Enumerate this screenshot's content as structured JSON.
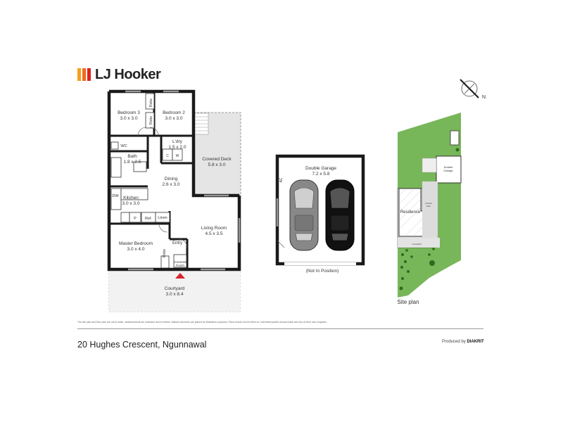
{
  "brand": {
    "name": "LJ Hooker",
    "colors": [
      "#f4a11a",
      "#ef6c1f",
      "#e2231a"
    ]
  },
  "rooms": {
    "bedroom3": {
      "name": "Bedroom 3",
      "size": "3.0 x 3.0"
    },
    "bedroom2": {
      "name": "Bedroom 2",
      "size": "3.0 x 3.0"
    },
    "robe": "Robe",
    "ldry": {
      "name": "L'dry",
      "size": "1.5 x 2.0"
    },
    "c": "C",
    "w": "W",
    "wc": "WC",
    "bath": {
      "name": "Bath",
      "size": "1.8 x 2.5"
    },
    "covered_deck": {
      "name": "Covered Deck",
      "size": "5.8 x 3.0"
    },
    "dining": {
      "name": "Dining",
      "size": "2.6 x 3.0"
    },
    "dw": "DW",
    "kitchen": {
      "name": "Kitchen",
      "size": "3.0 x 3.0"
    },
    "p": "P",
    "ref": "Ref.",
    "linen": "Linen",
    "living": {
      "name": "Living Room",
      "size": "4.5 x 3.5"
    },
    "master": {
      "name": "Master Bedroom",
      "size": "3.0 x 4.0"
    },
    "entry": "Entry",
    "covered_porch": [
      "Covered",
      "Porch"
    ],
    "courtyard": {
      "name": "Courtyard",
      "size": "3.0 x 8.4"
    }
  },
  "garage": {
    "name": "Double Garage",
    "size": "7.2 x 5.8",
    "ac": "AC",
    "note": "(Not In Position)"
  },
  "site_plan": {
    "label": "Site plan",
    "residence": "Residence",
    "double_garage": [
      "Double",
      "Garage"
    ],
    "covered_deck": [
      "Covered",
      "Deck"
    ],
    "courtyard": "Courtyard"
  },
  "compass": {
    "north": "N"
  },
  "disclaimer": "The site plan and floor plan are not to scale, measurements are indicative and in metres. Marked and trees are placed for illustration purposes. Plans should not be relied on. Interested parties should make and rely on their own enquiries.",
  "address": "20 Hughes Crescent, Ngunnawal",
  "producer": {
    "prefix": "Produced by",
    "name": "DIAKRIT"
  }
}
